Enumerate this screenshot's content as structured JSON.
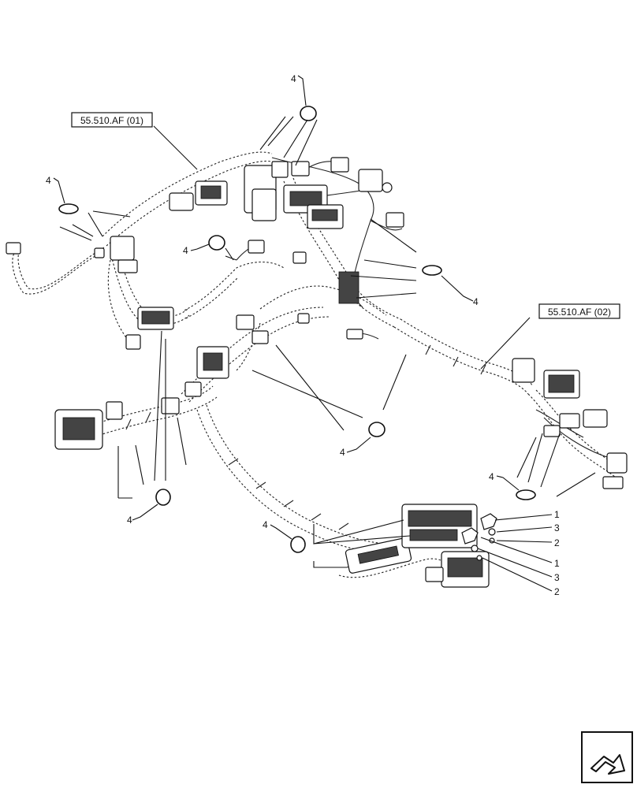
{
  "references": [
    {
      "id": "ref-01",
      "text": "55.510.AF (01)"
    },
    {
      "id": "ref-02",
      "text": "55.510.AF (02)"
    }
  ],
  "callouts": {
    "clip": "4",
    "item1": "1",
    "item2": "2",
    "item3": "3"
  },
  "icons": {
    "nav": "next-page-arrow-icon"
  }
}
